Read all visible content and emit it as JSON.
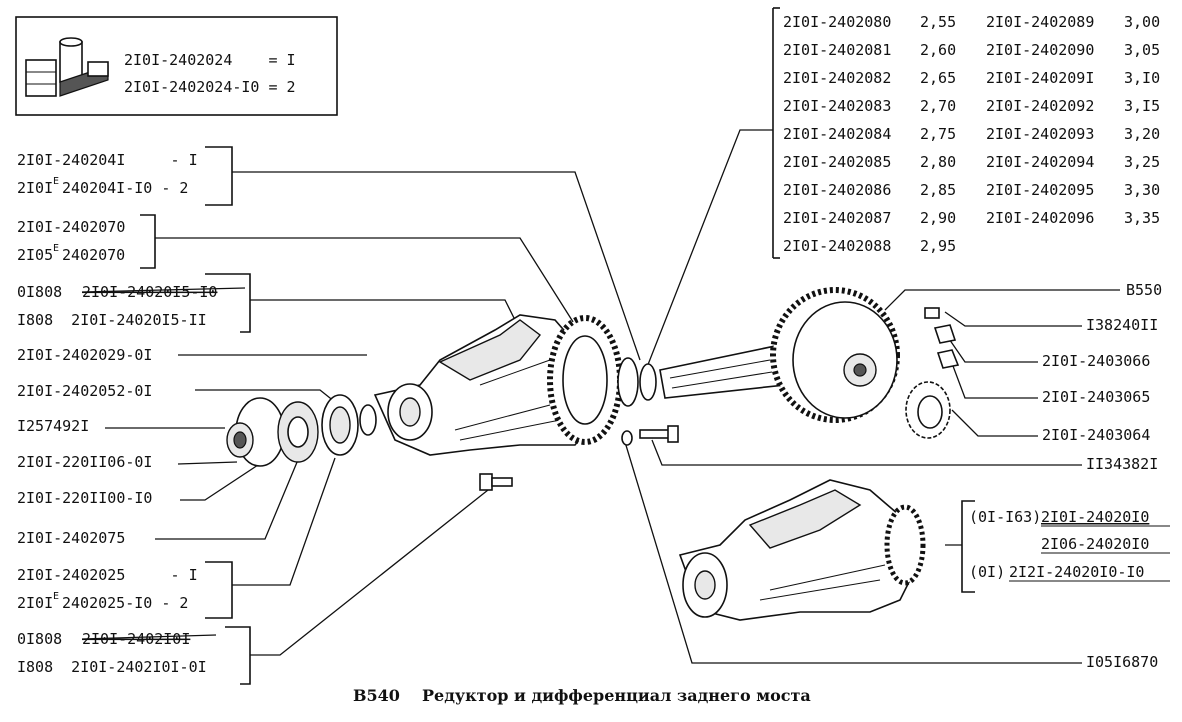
{
  "caption": {
    "code": "B540",
    "title": "Редуктор и дифференциал заднего моста"
  },
  "kit_box": {
    "lines": [
      "2I0I-2402024    = I",
      "2I0I-2402024-I0 = 2"
    ]
  },
  "shim_table": {
    "col1": [
      [
        "2I0I-2402080",
        "2,55"
      ],
      [
        "2I0I-2402081",
        "2,60"
      ],
      [
        "2I0I-2402082",
        "2,65"
      ],
      [
        "2I0I-2402083",
        "2,70"
      ],
      [
        "2I0I-2402084",
        "2,75"
      ],
      [
        "2I0I-2402085",
        "2,80"
      ],
      [
        "2I0I-2402086",
        "2,85"
      ],
      [
        "2I0I-2402087",
        "2,90"
      ],
      [
        "2I0I-2402088",
        "2,95"
      ]
    ],
    "col2": [
      [
        "2I0I-2402089",
        "3,00"
      ],
      [
        "2I0I-2402090",
        "3,05"
      ],
      [
        "2I0I-240209I",
        "3,I0"
      ],
      [
        "2I0I-2402092",
        "3,I5"
      ],
      [
        "2I0I-2402093",
        "3,20"
      ],
      [
        "2I0I-2402094",
        "3,25"
      ],
      [
        "2I0I-2402095",
        "3,30"
      ],
      [
        "2I0I-2402096",
        "3,35"
      ]
    ]
  },
  "left_labels": {
    "ring_gear_a": "2I0I-240204I     - I",
    "ring_gear_b": "2I0I",
    "ring_gear_b_sup": "E",
    "ring_gear_b_rest": "240204I-I0 - 2",
    "pinion_a": "2I0I-2402070",
    "pinion_b": "2I05",
    "pinion_b_sup": "E",
    "pinion_b_rest": "2402070",
    "housing_a_pre": "0I808",
    "housing_a_struck": "2I0I-24020I5-I0",
    "housing_b": "I808  2I0I-24020I5-II",
    "spacer": "2I0I-2402029-0I",
    "bearing": "2I0I-2402052-0I",
    "nut": "I257492I",
    "flange": "2I0I-220II06-0I",
    "seal": "2I0I-220II00-I0",
    "washer": "2I0I-2402075",
    "diff_a": "2I0I-2402025     - I",
    "diff_b": "2I0I",
    "diff_b_sup": "E",
    "diff_b_rest": "2402025-I0 - 2",
    "cover_a_pre": "0I808",
    "cover_a_struck": "2I0I-2402I0I",
    "cover_b": "I808  2I0I-2402I0I-0I"
  },
  "right_labels": {
    "b550": "B550",
    "bolt_plate": "I38240II",
    "lock_a": "2I0I-2403066",
    "lock_b": "2I0I-2403065",
    "nut_ring": "2I0I-2403064",
    "bolt": "II34382I",
    "assembly_1_pre": "(0I-I63)",
    "assembly_1": "2I0I-24020I0",
    "assembly_2": "2I06-24020I0",
    "assembly_3_pre": "(0I)",
    "assembly_3": "2I2I-24020I0-I0",
    "washer_b": "I05I6870"
  }
}
